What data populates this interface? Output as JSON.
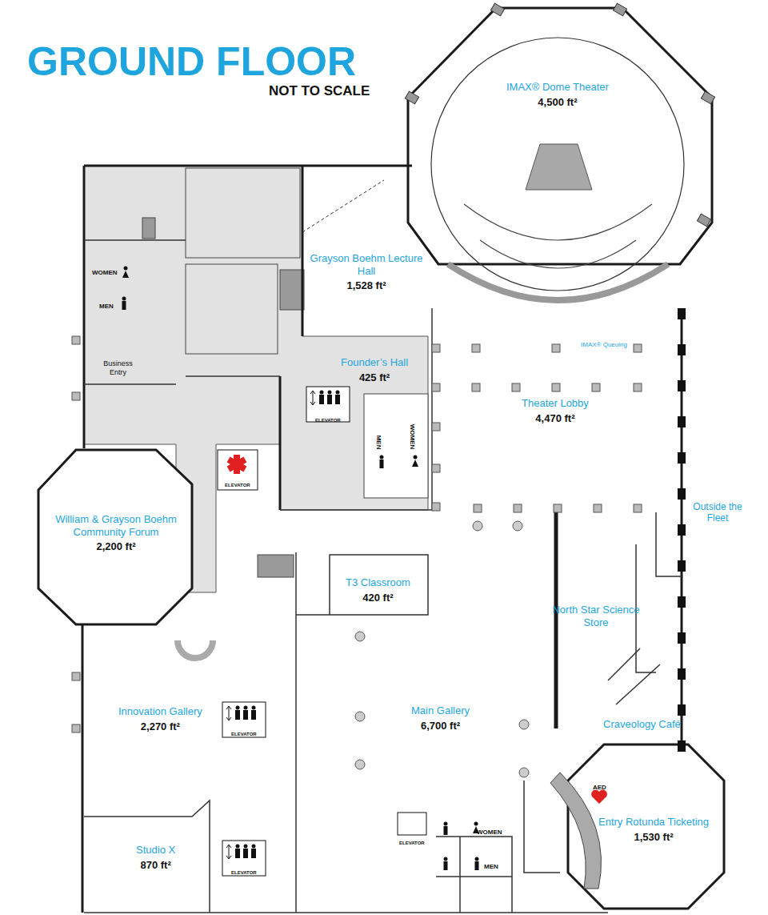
{
  "diagram": {
    "title": "GROUND FLOOR",
    "nodes": [
      {
        "text": [
          "IMAX® Dome Theater",
          "4,500 ft²"
        ]
      },
      {
        "text": [
          "Grayson Boehm Lecture Hall",
          "1,528 ft²"
        ]
      },
      {
        "text": [
          "Founder’s Hall",
          "425 ft²"
        ]
      },
      {
        "text": [
          "Theater Lobby",
          "4,470 ft²"
        ]
      },
      {
        "text": [
          "William & Grayson Boehm Community Forum",
          "2,200 ft²"
        ]
      },
      {
        "text": [
          "T3 Classroom",
          "420 ft²"
        ]
      },
      {
        "text": [
          "North Star Science Store"
        ]
      },
      {
        "text": [
          "Innovation Gallery",
          "2,270 ft²"
        ]
      },
      {
        "text": [
          "Main Gallery",
          "6,700 ft²"
        ]
      },
      {
        "text": [
          "Craveology Café"
        ]
      },
      {
        "text": [
          "Entry Rotunda Ticketing",
          "1,530 ft²"
        ]
      },
      {
        "text": [
          "Studio X",
          "870 ft²"
        ]
      }
    ],
    "labels": [
      "NOT TO SCALE",
      "WOMEN",
      "MEN",
      "Business Entry",
      "ELEVATOR",
      "MEN",
      "WOMEN",
      "ELEVATOR",
      "IMAX® Queuing",
      "Outside the Fleet",
      "ELEVATOR",
      "ELEVATOR",
      "AED",
      "WOMEN",
      "MEN",
      "ELEVATOR"
    ]
  }
}
